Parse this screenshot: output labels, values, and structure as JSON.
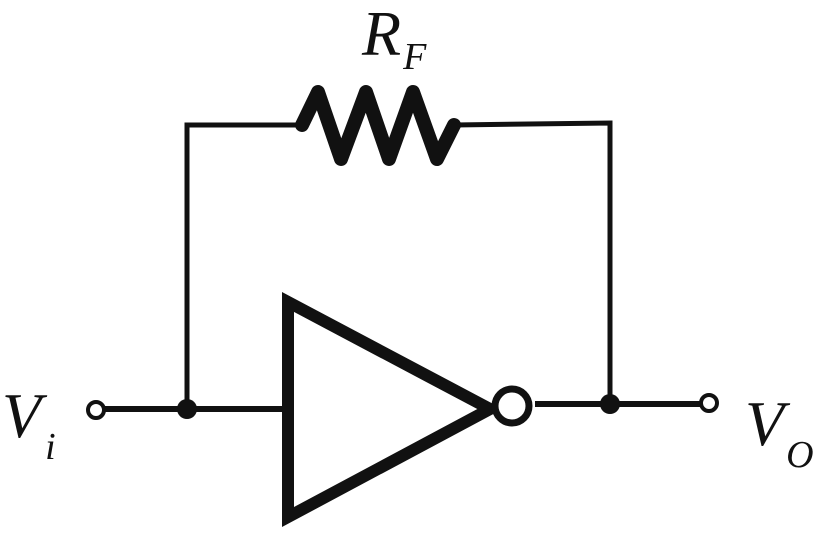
{
  "labels": {
    "feedback_resistor": {
      "main": "R",
      "sub": "F"
    },
    "input_terminal": {
      "main": "V",
      "sub": "i"
    },
    "output_terminal": {
      "main": "V",
      "sub": "O"
    }
  },
  "colors": {
    "stroke": "#111111",
    "background": "#ffffff"
  }
}
